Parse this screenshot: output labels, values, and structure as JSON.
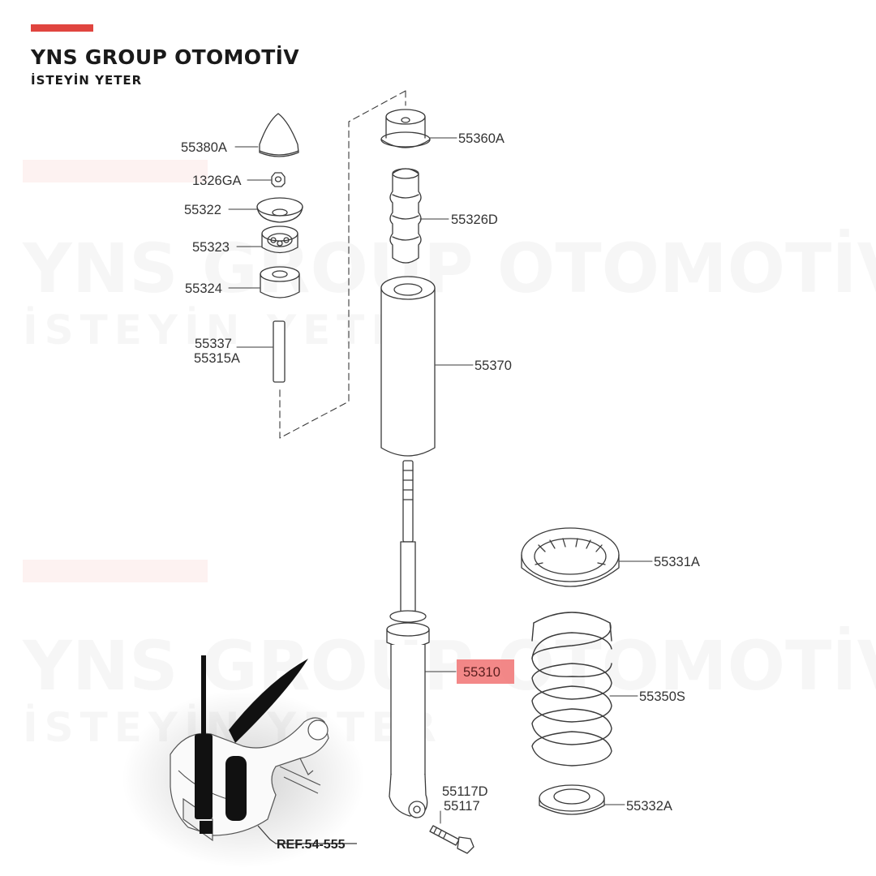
{
  "brand": {
    "title": "YNS GROUP OTOMOTİV",
    "subtitle": "İSTEYİN YETER",
    "accent_color": "#e0453f"
  },
  "watermark": {
    "line1": "YNS GROUP OTOMOTİV",
    "line2": "İSTEYİN YETER"
  },
  "parts": {
    "p55380A": "55380A",
    "p1326GA": "1326GA",
    "p55322": "55322",
    "p55323": "55323",
    "p55324": "55324",
    "p55337": "55337",
    "p55315A": "55315A",
    "p55360A": "55360A",
    "p55326D": "55326D",
    "p55370": "55370",
    "p55331A": "55331A",
    "p55310": "55310",
    "p55350S": "55350S",
    "p55117D": "55117D",
    "p55117": "55117",
    "p55332A": "55332A",
    "ref": "REF.54-555"
  },
  "highlight": {
    "part": "55310",
    "color": "#f27b7b"
  }
}
